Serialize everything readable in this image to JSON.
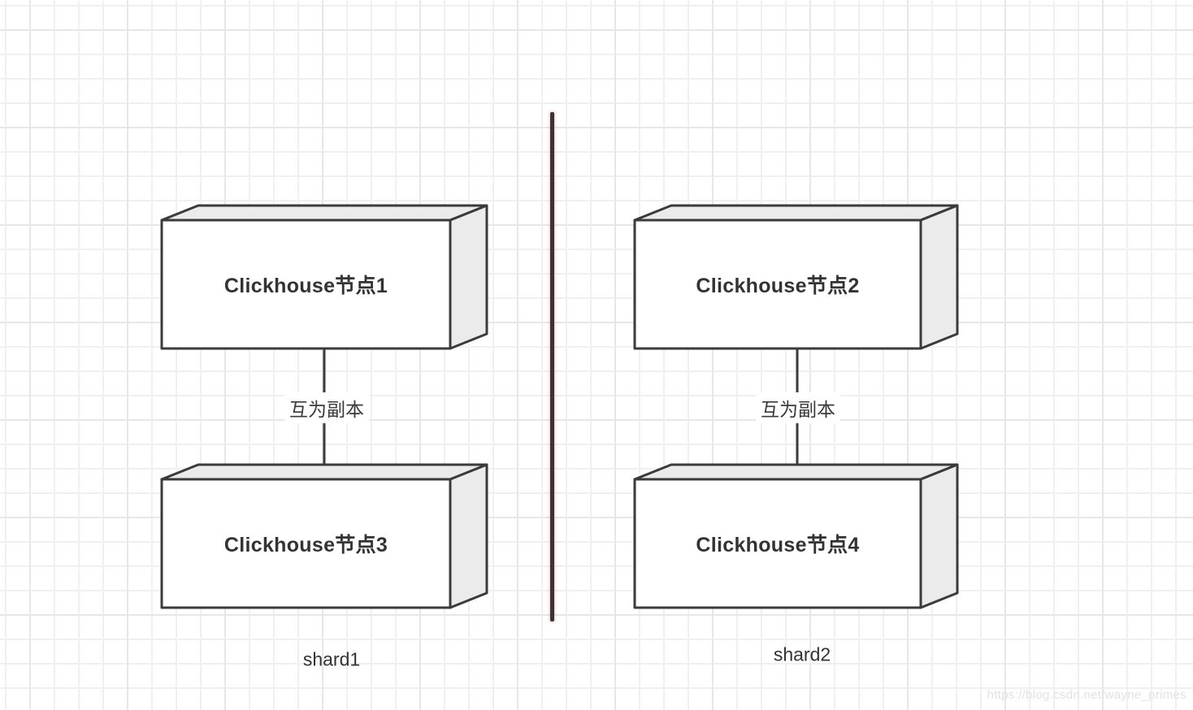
{
  "diagram": {
    "title_hint": "ClickHouse cluster replica-shard topology",
    "nodes": [
      {
        "id": "node1",
        "label": "Clickhouse节点1",
        "shard": "shard1"
      },
      {
        "id": "node2",
        "label": "Clickhouse节点2",
        "shard": "shard2"
      },
      {
        "id": "node3",
        "label": "Clickhouse节点3",
        "shard": "shard1"
      },
      {
        "id": "node4",
        "label": "Clickhouse节点4",
        "shard": "shard2"
      }
    ],
    "connections": [
      {
        "from": "node1",
        "to": "node3",
        "label": "互为副本"
      },
      {
        "from": "node2",
        "to": "node4",
        "label": "互为副本"
      }
    ],
    "shards": [
      {
        "label": "shard1"
      },
      {
        "label": "shard2"
      }
    ],
    "watermark": "https://blog.csdn.net/wayne_primes",
    "colors": {
      "box_border": "#3b3b3b",
      "box_front": "#ffffff",
      "box_shade": "#ebebeb",
      "divider": "#3b3233",
      "divider_glow": "#c68080",
      "grid_minor": "#f0f0f0",
      "grid_major": "#e7e7e7",
      "text": "#333333",
      "watermark_color": "#e2e2e2"
    }
  }
}
